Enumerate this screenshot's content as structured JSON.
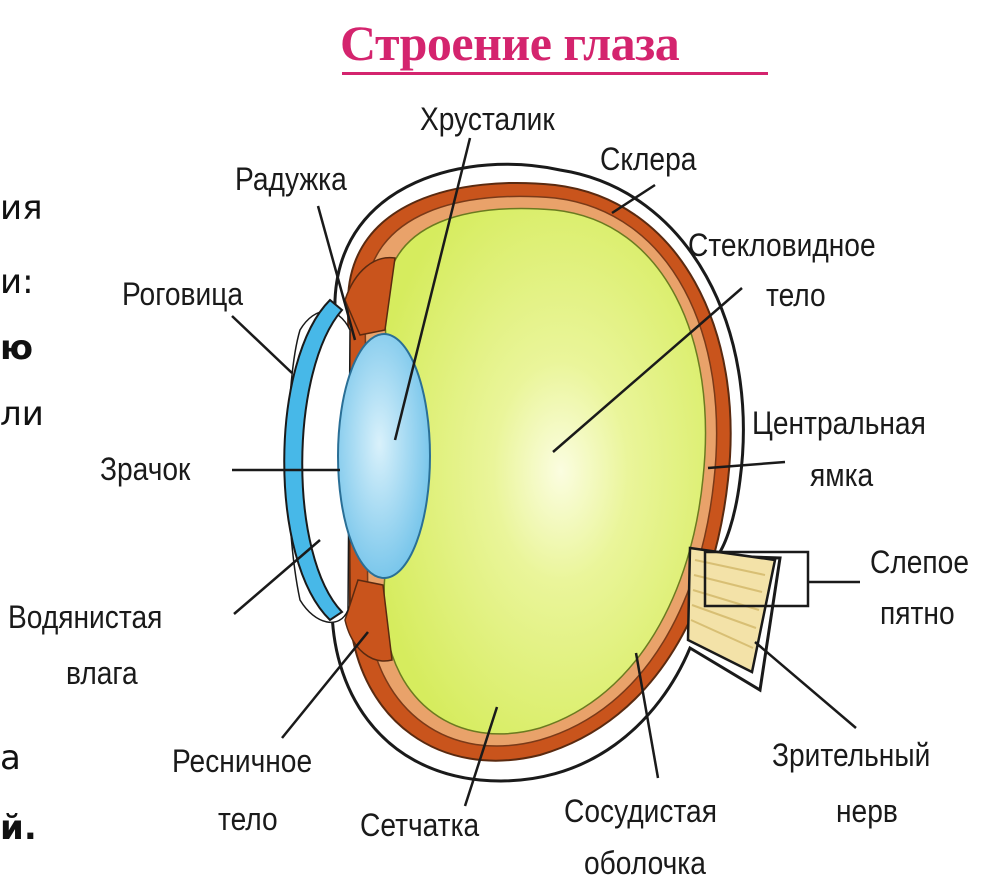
{
  "title": "Строение глаза",
  "side_text_fragments": [
    "ия",
    "и:",
    "ю",
    "ли",
    "a",
    "й."
  ],
  "labels": {
    "lens": "Хрусталик",
    "iris": "Радужка",
    "sclera": "Склера",
    "vitreous_line1": "Стекловидное",
    "vitreous_line2": "тело",
    "cornea": "Роговица",
    "fovea_line1": "Центральная",
    "fovea_line2": "ямка",
    "pupil": "Зрачок",
    "blind_spot_line1": "Слепое",
    "blind_spot_line2": "пятно",
    "aqueous_line1": "Водянистая",
    "aqueous_line2": "влага",
    "ciliary_line1": "Ресничное",
    "ciliary_line2": "тело",
    "retina": "Сетчатка",
    "choroid_line1": "Сосудистая",
    "choroid_line2": "оболочка",
    "optic_nerve_line1": "Зрительный",
    "optic_nerve_line2": "нерв"
  },
  "colors": {
    "title": "#d4246e",
    "vitreous": "#dcef6a",
    "choroid": "#c9541c",
    "cornea": "#47b8e8",
    "lens": "#8fd0ee",
    "optic_nerve": "#f3e2a8"
  }
}
